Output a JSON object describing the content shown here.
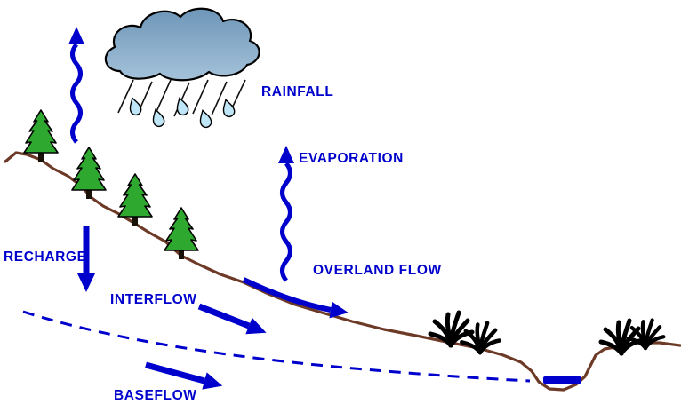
{
  "diagram": {
    "title": "Hillslope hydrologic cycle diagram",
    "labels": {
      "rainfall": "RAINFALL",
      "evaporation": "EVAPORATION",
      "recharge": "RECHARGE",
      "interflow": "INTERFLOW",
      "overland_flow": "OVERLAND FLOW",
      "baseflow": "BASEFLOW"
    },
    "colors": {
      "label_blue": "#0000CC",
      "arrow_blue": "#0000CC",
      "terrain_brown": "#6E3A28",
      "tree_green": "#2FA82F",
      "cloud_top": "#6E96B8",
      "cloud_bottom": "#A4C2DA",
      "raindrop_fill": "#BEE6F7",
      "stream_water_blue": "#0000CC",
      "background": "#FFFFFF"
    }
  }
}
